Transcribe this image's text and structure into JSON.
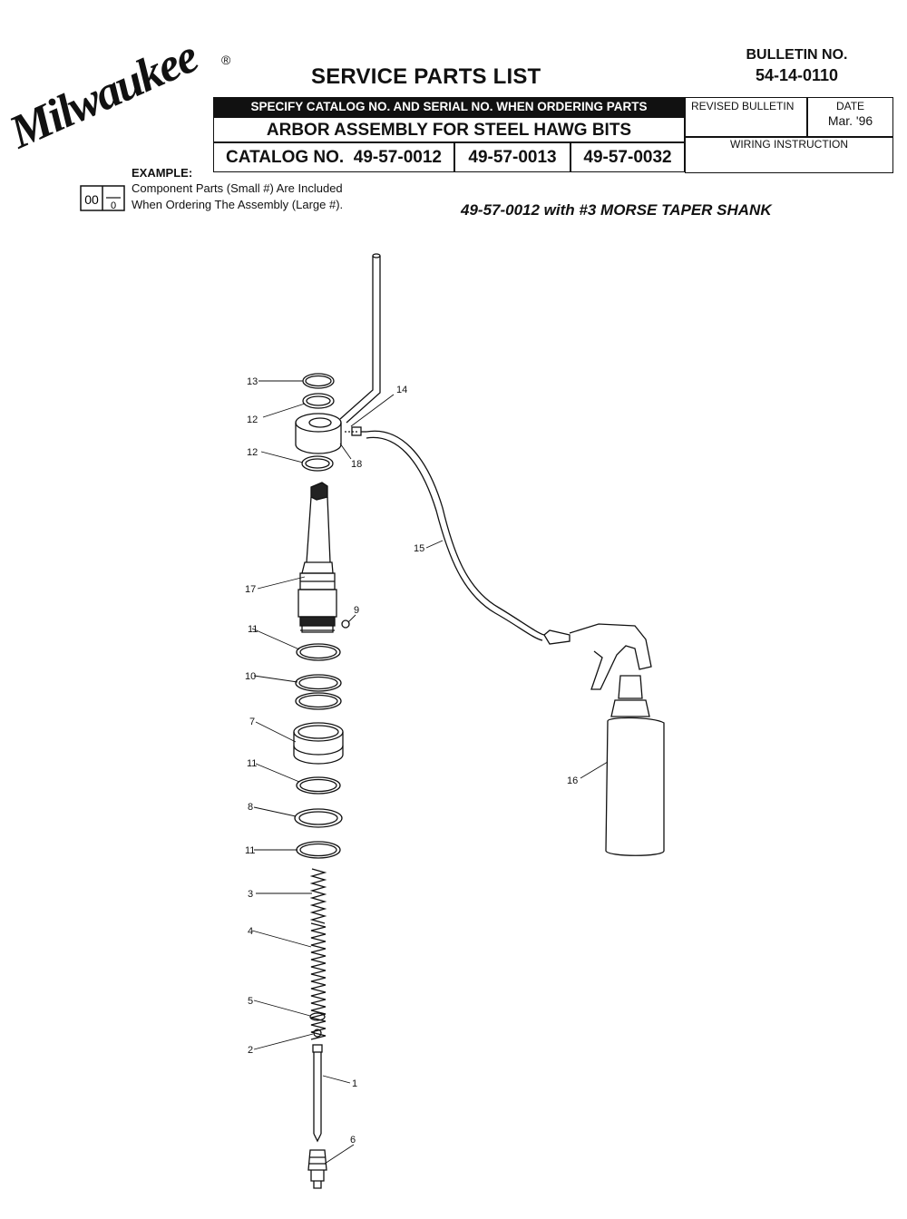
{
  "brand": {
    "logo_text": "Milwaukee",
    "registered_mark": "®"
  },
  "header": {
    "title": "SERVICE PARTS LIST",
    "bulletin_label": "BULLETIN NO.",
    "bulletin_number": "54-14-0110",
    "specify_note": "SPECIFY CATALOG NO. AND SERIAL NO. WHEN ORDERING PARTS",
    "assembly_title": "ARBOR ASSEMBLY FOR STEEL HAWG BITS",
    "catalog_label": "CATALOG NO.",
    "catalog_numbers": [
      "49-57-0012",
      "49-57-0013",
      "49-57-0032"
    ],
    "revised_bulletin_label": "REVISED BULLETIN",
    "date_label": "DATE",
    "date_value": "Mar. '96",
    "wiring_label": "WIRING INSTRUCTION"
  },
  "example": {
    "label": "EXAMPLE:",
    "large_number": "00",
    "small_number": "0",
    "line1": "Component Parts (Small #) Are Included",
    "line2": "When Ordering The Assembly (Large #)."
  },
  "subtitle": "49-57-0012 with #3 MORSE TAPER SHANK",
  "part_callouts": {
    "p13": "13",
    "p14": "14",
    "p12a": "12",
    "p12b": "12",
    "p18": "18",
    "p15": "15",
    "p17": "17",
    "p9": "9",
    "p11a": "11",
    "p10": "10",
    "p7": "7",
    "p11b": "11",
    "p8": "8",
    "p11c": "11",
    "p16": "16",
    "p3": "3",
    "p4": "4",
    "p5": "5",
    "p2": "2",
    "p1": "1",
    "p6": "6"
  }
}
